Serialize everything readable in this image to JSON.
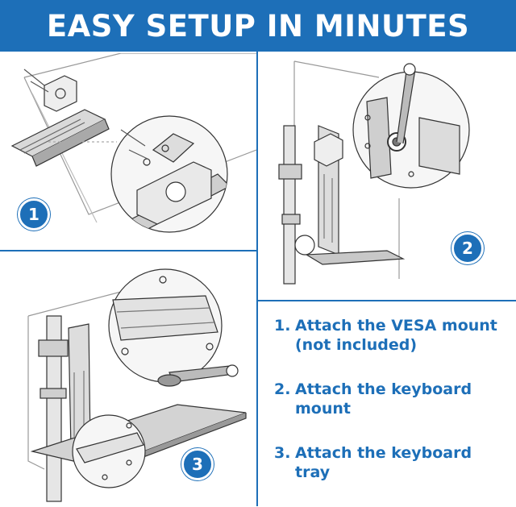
{
  "banner": {
    "title": "EASY SETUP IN MINUTES"
  },
  "colors": {
    "accent": "#1d6fb8",
    "line": "#333333",
    "metal": "#8a8a8a"
  },
  "panels": [
    {
      "badge": "1"
    },
    {
      "badge": "2"
    },
    {
      "badge": "3"
    }
  ],
  "steps": [
    {
      "number": "1.",
      "text": "Attach the VESA mount (not included)"
    },
    {
      "number": "2.",
      "text": "Attach the keyboard mount"
    },
    {
      "number": "3.",
      "text": "Attach the keyboard tray"
    }
  ]
}
